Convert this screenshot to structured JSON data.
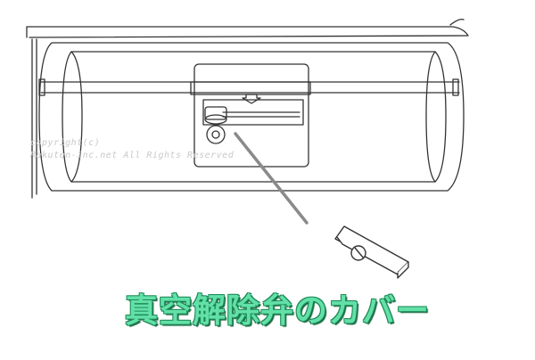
{
  "watermark": {
    "line1": "copyright(c)",
    "line2": "Rakuten-inc.net All Rights Reserved"
  },
  "caption": "真空解除弁のカバー",
  "colors": {
    "line": "#333333",
    "pointer": "#8a8a8a",
    "caption_fill": "#62e0a8",
    "caption_outline": "#1d8a56"
  },
  "icons": {
    "valve": "vacuum-release-valve-icon",
    "arrow": "down-arrow-icon",
    "cover_part": "valve-cover-part-icon"
  }
}
